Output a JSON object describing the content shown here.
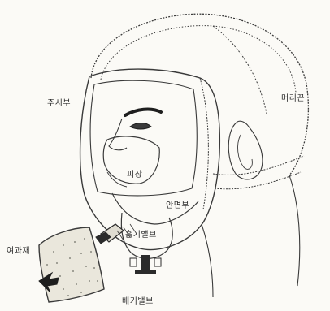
{
  "labels": {
    "eyepiece": "주시부",
    "head_harness": "머리끈",
    "nose_cup": "피장",
    "face_piece": "안면부",
    "inhalation_valve": "흡기밸브",
    "filter": "여과재",
    "exhalation_valve": "배기밸브"
  },
  "colors": {
    "line": "#3a3a3a",
    "eyebrow": "#1e1e1e",
    "filter_fill": "#eae7dc",
    "valve": "#2b2b2b",
    "paper": "#fbfaf6"
  }
}
